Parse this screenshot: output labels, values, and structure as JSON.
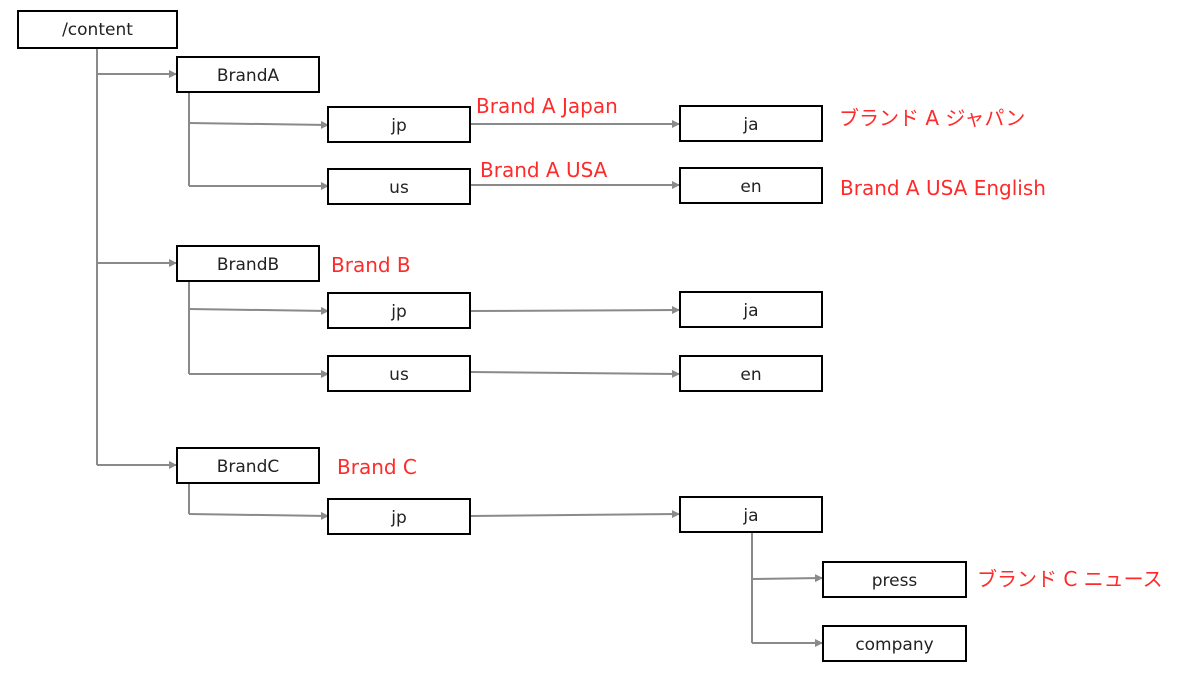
{
  "diagram": {
    "nodes": {
      "root": "/content",
      "brand_a": "BrandA",
      "brand_a_jp": "jp",
      "brand_a_jp_ja": "ja",
      "brand_a_us": "us",
      "brand_a_us_en": "en",
      "brand_b": "BrandB",
      "brand_b_jp": "jp",
      "brand_b_jp_ja": "ja",
      "brand_b_us": "us",
      "brand_b_us_en": "en",
      "brand_c": "BrandC",
      "brand_c_jp": "jp",
      "brand_c_jp_ja": "ja",
      "brand_c_press": "press",
      "brand_c_company": "company"
    },
    "annotations": {
      "brand_a_japan": "Brand A Japan",
      "brand_a_ja": "ブランド A ジャパン",
      "brand_a_usa": "Brand A USA",
      "brand_a_usa_english": "Brand A USA English",
      "brand_b": "Brand B",
      "brand_c": "Brand C",
      "brand_c_news": "ブランド C ニュース"
    },
    "colors": {
      "annotation": "#ff2a2a",
      "edge": "#8a8a8a",
      "node_border": "#000000"
    }
  }
}
